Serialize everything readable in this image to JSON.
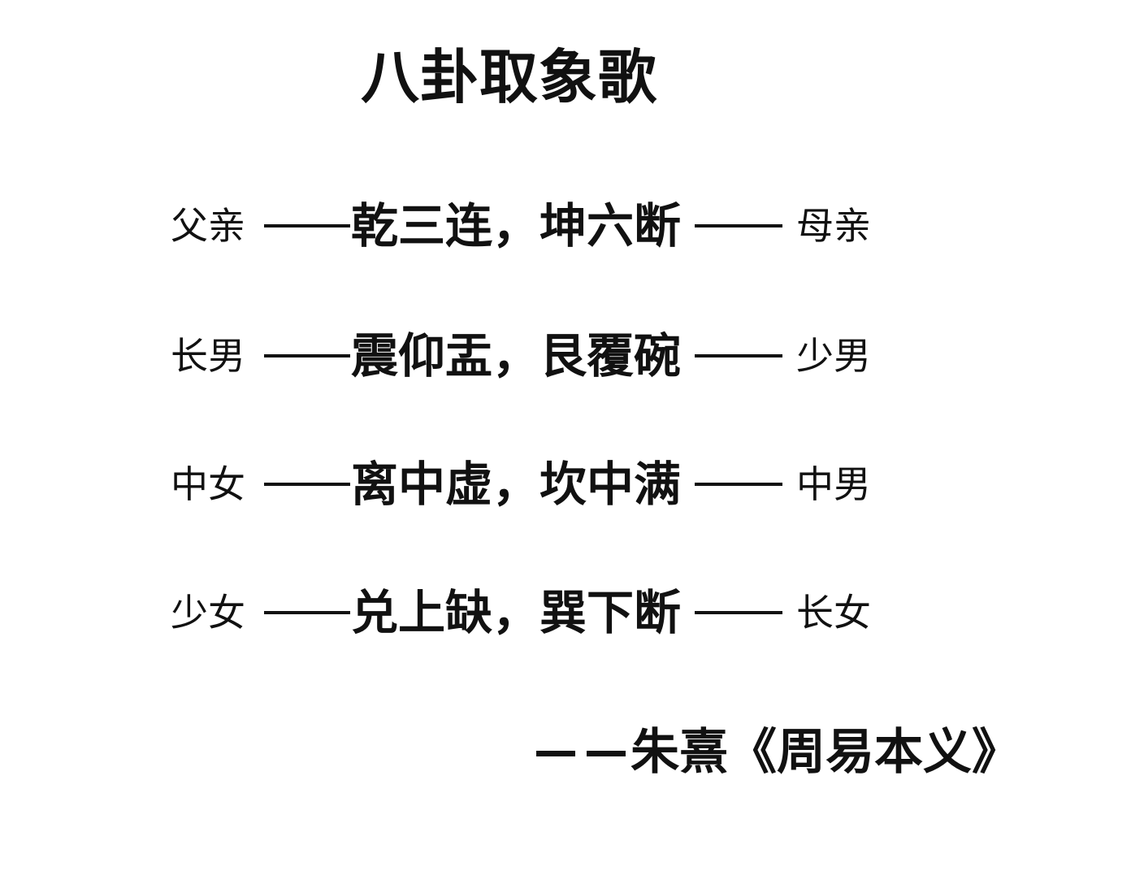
{
  "title": "八卦取象歌",
  "rows": [
    {
      "left_role": "父亲",
      "verse": "乾三连，坤六断",
      "right_role": "母亲"
    },
    {
      "left_role": "长男",
      "verse": "震仰盂，艮覆碗",
      "right_role": "少男"
    },
    {
      "left_role": "中女",
      "verse": "离中虚，坎中满",
      "right_role": "中男"
    },
    {
      "left_role": "少女",
      "verse": "兑上缺，巽下断",
      "right_role": "长女"
    }
  ],
  "attribution": "朱熹《周易本义》"
}
